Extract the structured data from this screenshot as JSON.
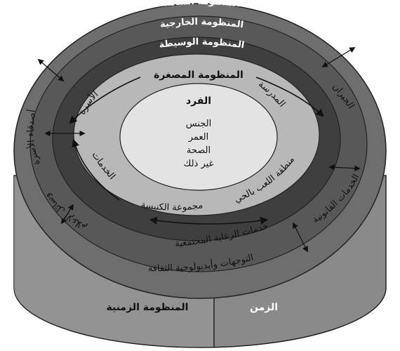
{
  "rings": {
    "comprehensive": "المنظومة الشاملة",
    "external": "المنظومة الخارجية",
    "meso": "المنظومة الوسيطة",
    "micro": "المنظومة المصغرة",
    "temporal": "المنظومة الزمنية",
    "time": "الزمن"
  },
  "individual": {
    "title": "الفرد",
    "traits": [
      "الجنس",
      "العمر",
      "الصحة",
      "غير ذلك"
    ]
  },
  "micro_items": {
    "family": "الأسرة",
    "school": "المدرسة",
    "services": "الخدمات",
    "church_group": "مجموعة الكنيسة",
    "play_area": "منطقة اللعب بالحي"
  },
  "external_items": {
    "neighbors": "الجيران",
    "family_friends": "أصدقاء الأسرة",
    "media": "وسائل الإعلام",
    "legal_services": "الخدمات القانونية",
    "social_welfare": "خدمات الرعاية المجتمعية"
  },
  "comprehensive_items": {
    "culture": "التوجهات وأيديولوجية الثقافة"
  }
}
